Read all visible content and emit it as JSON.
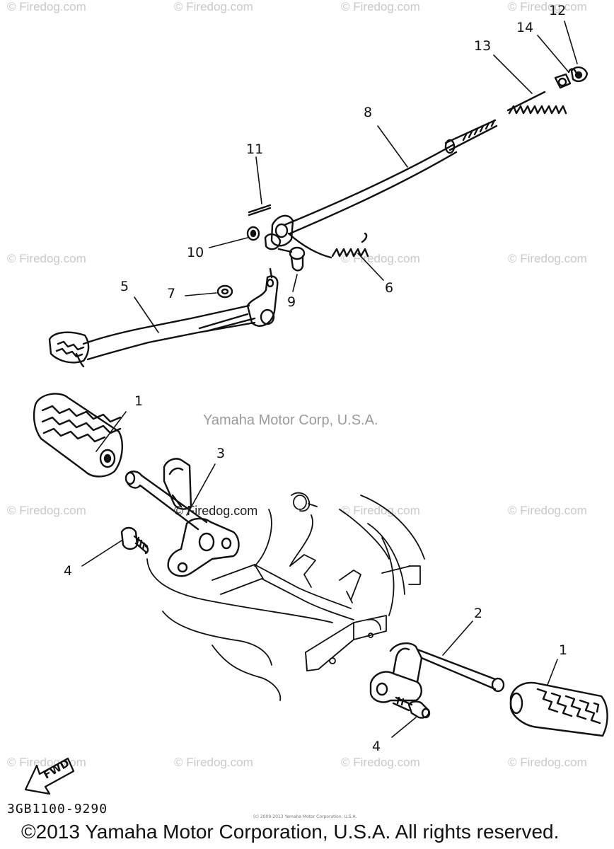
{
  "watermark_text": "© Firedog.com",
  "brand_mark": "Yamaha Motor Corp, U.S.A.",
  "site_mark": "© Firedog.com",
  "callouts": [
    "1",
    "2",
    "3",
    "4",
    "5",
    "6",
    "7",
    "8",
    "9",
    "10",
    "11",
    "12",
    "13",
    "14",
    "1",
    "4"
  ],
  "fwd_label": "FWD",
  "part_code": "3GB1100-9290",
  "copyright": "©2013 Yamaha Motor Corporation, U.S.A. All rights reserved.",
  "fine_print": "(c) 2009-2013 Yamaha Motor Corporation, U.S.A."
}
